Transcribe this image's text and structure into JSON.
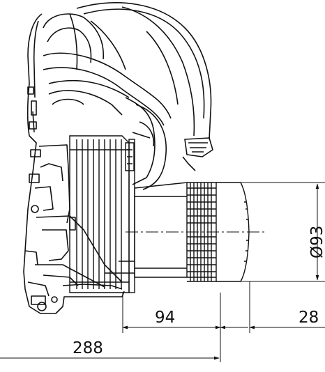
{
  "drawing": {
    "dimensions": {
      "depth_94": "94",
      "offset_28": "28",
      "overall_288": "288",
      "diameter_93": "Ø93"
    }
  }
}
